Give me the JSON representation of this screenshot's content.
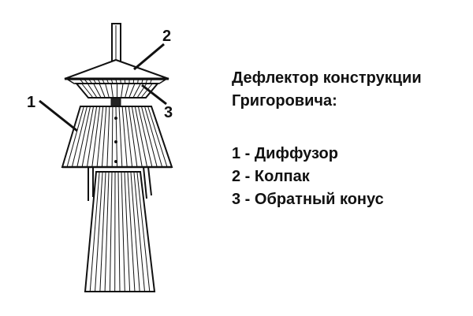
{
  "callouts": [
    {
      "number": "1"
    },
    {
      "number": "2"
    },
    {
      "number": "3"
    }
  ],
  "legend": {
    "title_line1": "Дефлектор конструкции",
    "title_line2": "Григоровича:",
    "separator": " - ",
    "items": [
      {
        "number": "1",
        "label": "Диффузор"
      },
      {
        "number": "2",
        "label": "Колпак"
      },
      {
        "number": "3",
        "label": "Обратный конус"
      }
    ]
  },
  "colors": {
    "ink": "#111111",
    "background": "#ffffff"
  }
}
